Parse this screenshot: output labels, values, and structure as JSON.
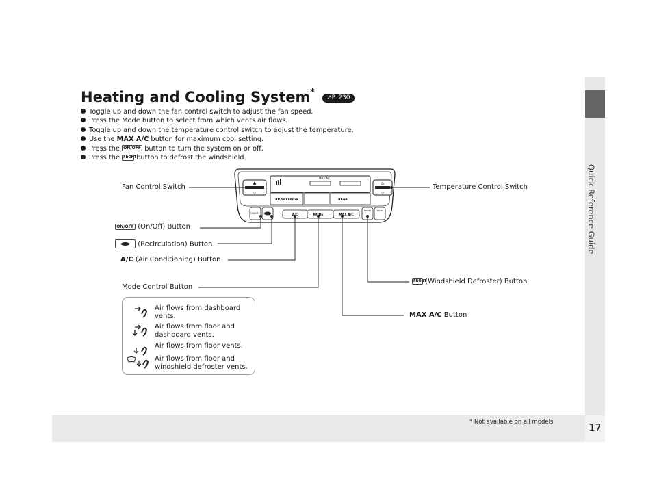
{
  "page": {
    "number": "17",
    "side_label": "Quick Reference Guide",
    "footnote": "* Not available on all models"
  },
  "heading": {
    "title": "Heating and Cooling System",
    "asterisk": "*",
    "ref": "P. 230"
  },
  "bullets": [
    {
      "pre": "Toggle up and down the fan control switch to adjust the fan speed.",
      "bold": "",
      "post": ""
    },
    {
      "pre": "Press the Mode button to select from which vents air flows.",
      "bold": "",
      "post": ""
    },
    {
      "pre": "Toggle up and down the temperature control switch to adjust the temperature.",
      "bold": "",
      "post": ""
    },
    {
      "pre": "Use the ",
      "bold": "MAX A/C",
      "post": " button for maximum cool setting."
    },
    {
      "pre": "Press the ",
      "icon": "ON/OFF",
      "post": " button to turn the system on or off."
    },
    {
      "pre": "Press the ",
      "icon": "FRONT",
      "post": " button to defrost the windshield."
    }
  ],
  "panel": {
    "rr_settings": "RR SETTINGS",
    "rear": "REAR",
    "ac": "A/C",
    "mode": "MODE",
    "max_ac": "MAX A/C",
    "max_ac_display": "MAX A/C",
    "on_off": "ON/OFF",
    "front": "FRONT",
    "rear_btn": "REAR"
  },
  "labels": {
    "fan_control": "Fan Control Switch",
    "temp_control": "Temperature Control Switch",
    "on_off_icon": "ON/OFF",
    "on_off": "(On/Off) Button",
    "recirculation": "(Recirculation) Button",
    "ac_bold": "A/C",
    "ac_rest": " (Air Conditioning) Button",
    "mode_control": "Mode Control Button",
    "defroster_icon": "FRONT",
    "defroster": "(Windshield Defroster) Button",
    "max_ac_bold": "MAX A/C",
    "max_ac_rest": " Button"
  },
  "legend": [
    {
      "icon": "dashboard-vents-icon",
      "text": "Air flows from dashboard vents."
    },
    {
      "icon": "floor-dashboard-vents-icon",
      "text": "Air flows from floor and dashboard vents."
    },
    {
      "icon": "floor-vents-icon",
      "text": "Air flows from floor vents."
    },
    {
      "icon": "floor-defroster-vents-icon",
      "text": "Air flows from floor and windshield defroster vents."
    }
  ]
}
